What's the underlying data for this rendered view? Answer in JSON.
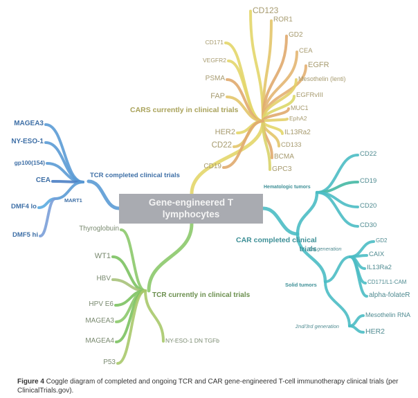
{
  "center": {
    "label": "Gene-engineered T lymphocytes",
    "line1": "Gene-engineered T",
    "line2": "lymphocytes",
    "color": "#a9abb1"
  },
  "branches": {
    "cars_clinical": {
      "label": "CARS currently in clinical trials",
      "colors": [
        "#e3d66a",
        "#e3b072",
        "#d9d36a"
      ],
      "left_items": [
        "CD171",
        "VEGFR2",
        "PSMA",
        "FAP",
        "HER2",
        "CD22",
        "CD19"
      ],
      "right_items": [
        "CD123",
        "ROR1",
        "GD2",
        "CEA",
        "EGFR",
        "Mesothelin (lenti)",
        "EGFRvIII",
        "MUC1",
        "EphA2",
        "IL13Ra2",
        "CD133",
        "BCMA",
        "GPC3"
      ]
    },
    "tcr_completed": {
      "label": "TCR completed clinical trials",
      "color": "#5b9bd5",
      "items": [
        "MAGEA3",
        "NY-ESO-1",
        "gp100(154)",
        "CEA"
      ],
      "sub": {
        "label": "MART1",
        "items": [
          "DMF4 lo",
          "DMF5 hi"
        ]
      }
    },
    "car_completed": {
      "label_line1": "CAR completed clinical",
      "label_line2": "trials",
      "color": "#4bbcc4",
      "hematologic": {
        "label": "Hematologic tumors",
        "items": [
          "CD22",
          "CD19",
          "CD20",
          "CD30"
        ]
      },
      "solid": {
        "label": "Solid tumors",
        "first_gen": {
          "label": "1st generation",
          "items": [
            "GD2",
            "CAIX",
            "IL13Ra2",
            "CD171/L1-CAM",
            "alpha-folateR"
          ]
        },
        "later_gen": {
          "label": "2nd/3rd generation",
          "items": [
            "Mesothelin RNA",
            "HER2"
          ]
        }
      }
    },
    "tcr_clinical": {
      "label": "TCR currently in clinical trials",
      "color": "#8cc96b",
      "left_items": [
        "Thyroglobuin",
        "WT1",
        "HBV",
        "HPV E6",
        "MAGEA3",
        "MAGEA4",
        "P53"
      ],
      "right_items": [
        "NY-ESO-1 DN TGFb"
      ]
    }
  },
  "caption": {
    "prefix": "Figure 4",
    "text": " Coggle diagram of completed and ongoing TCR and CAR gene-engineered T-cell immunotherapy clinical trials (per ClinicalTrials.gov)."
  }
}
